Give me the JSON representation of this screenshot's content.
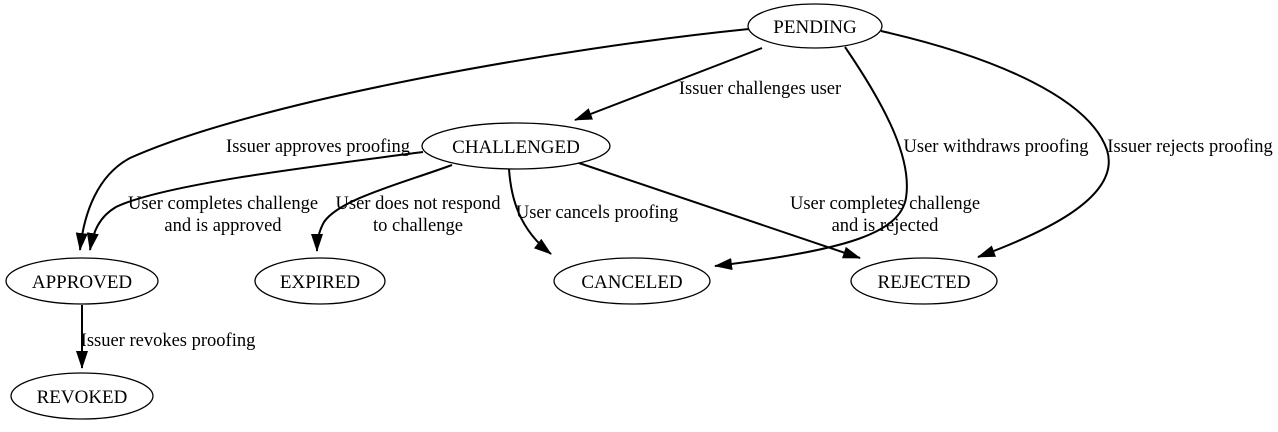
{
  "diagram": {
    "type": "state-transition-graph",
    "colors": {
      "stroke": "#000000",
      "background": "#ffffff",
      "text": "#000000"
    },
    "nodes": {
      "pending": {
        "label": "PENDING"
      },
      "challenged": {
        "label": "CHALLENGED"
      },
      "approved": {
        "label": "APPROVED"
      },
      "expired": {
        "label": "EXPIRED"
      },
      "canceled": {
        "label": "CANCELED"
      },
      "rejected": {
        "label": "REJECTED"
      },
      "revoked": {
        "label": "REVOKED"
      }
    },
    "edges": {
      "pending_challenged": {
        "from": "PENDING",
        "to": "CHALLENGED",
        "label": "Issuer challenges user"
      },
      "pending_approved": {
        "from": "PENDING",
        "to": "APPROVED",
        "label": "Issuer approves proofing"
      },
      "pending_canceled": {
        "from": "PENDING",
        "to": "CANCELED",
        "label": "User withdraws proofing"
      },
      "pending_rejected": {
        "from": "PENDING",
        "to": "REJECTED",
        "label": "Issuer rejects proofing"
      },
      "challenged_approved": {
        "from": "CHALLENGED",
        "to": "APPROVED",
        "label_line1": "User completes challenge",
        "label_line2": "and is approved"
      },
      "challenged_expired": {
        "from": "CHALLENGED",
        "to": "EXPIRED",
        "label_line1": "User does not respond",
        "label_line2": "to challenge"
      },
      "challenged_canceled": {
        "from": "CHALLENGED",
        "to": "CANCELED",
        "label": "User cancels proofing"
      },
      "challenged_rejected": {
        "from": "CHALLENGED",
        "to": "REJECTED",
        "label_line1": "User completes challenge",
        "label_line2": "and is rejected"
      },
      "approved_revoked": {
        "from": "APPROVED",
        "to": "REVOKED",
        "label": "Issuer revokes proofing"
      }
    }
  }
}
